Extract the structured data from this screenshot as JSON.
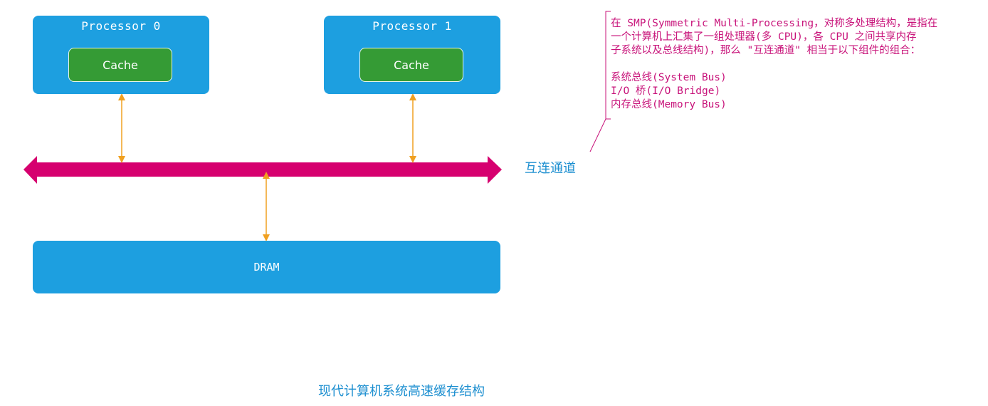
{
  "processors": [
    {
      "title": "Processor 0",
      "cache_label": "Cache"
    },
    {
      "title": "Processor 1",
      "cache_label": "Cache"
    }
  ],
  "dram_label": "DRAM",
  "bus_label": "互连通道",
  "note": {
    "lines": [
      "在 SMP(Symmetric Multi-Processing，对称多处理结构，是指在",
      "一个计算机上汇集了一组处理器(多 CPU)，各 CPU 之间共享内存",
      "子系统以及总线结构)，那么 \"互连通道\" 相当于以下组件的组合："
    ],
    "items": [
      "系统总线(System Bus)",
      "I/O 桥(I/O Bridge)",
      "内存总线(Memory Bus)"
    ]
  },
  "caption": "现代计算机系统高速缓存结构",
  "colors": {
    "box": "#1d9fe0",
    "cache": "#359b35",
    "bus": "#d6006f",
    "arrow": "#f0a020",
    "note_text": "#c8137a",
    "label_text": "#1d8fd0"
  }
}
